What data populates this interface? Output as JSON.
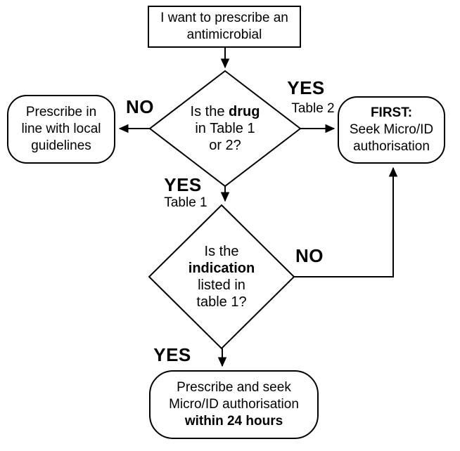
{
  "colors": {
    "stroke": "#000000",
    "fill": "#ffffff",
    "text": "#000000"
  },
  "nodes": {
    "start": {
      "line1": "I want to prescribe an",
      "line2": "antimicrobial"
    },
    "decision_drug": {
      "line1_prefix": "Is the ",
      "line1_bold": "drug",
      "line2": "in Table 1",
      "line3": "or 2?"
    },
    "local_guidelines": {
      "line1": "Prescribe in",
      "line2": "line with local",
      "line3": "guidelines"
    },
    "seek_authorisation": {
      "line1_bold": "FIRST:",
      "line2": "Seek Micro/ID",
      "line3": "authorisation"
    },
    "decision_indication": {
      "line1": "Is the",
      "line2_bold": "indication",
      "line3": "listed in",
      "line4": "table 1?"
    },
    "prescribe_within_24h": {
      "line1": "Prescribe and seek",
      "line2": "Micro/ID authorisation",
      "line3_bold": "within 24 hours"
    }
  },
  "edge_labels": {
    "drug_no": "NO",
    "drug_yes_table2": {
      "label": "YES",
      "sublabel": "Table 2"
    },
    "drug_yes_table1": {
      "label": "YES",
      "sublabel": "Table 1"
    },
    "indication_no": "NO",
    "indication_yes": "YES"
  }
}
